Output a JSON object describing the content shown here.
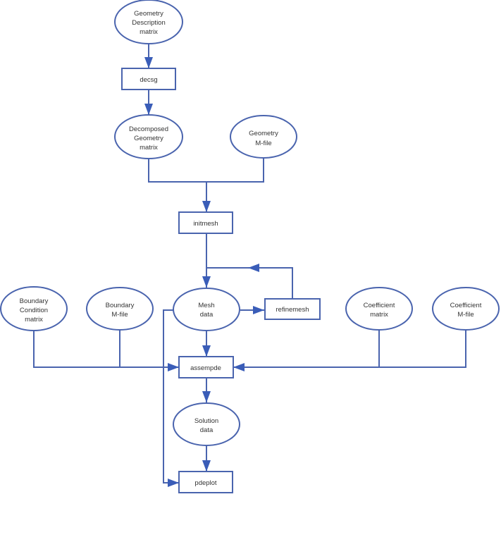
{
  "diagram": {
    "colors": {
      "stroke": "#4a64ae",
      "arrow": "#3a5db8",
      "text": "#333333",
      "background": "#ffffff"
    },
    "nodes": {
      "geometry_description_matrix": {
        "type": "ellipse",
        "lines": [
          "Geometry",
          "Description",
          "matrix"
        ]
      },
      "decsg": {
        "type": "box",
        "lines": [
          "decsg"
        ]
      },
      "decomposed_geometry_matrix": {
        "type": "ellipse",
        "lines": [
          "Decomposed",
          "Geometry",
          "matrix"
        ]
      },
      "geometry_mfile": {
        "type": "ellipse",
        "lines": [
          "Geometry",
          "M-file"
        ]
      },
      "initmesh": {
        "type": "box",
        "lines": [
          "initmesh"
        ]
      },
      "mesh_data": {
        "type": "ellipse",
        "lines": [
          "Mesh",
          "data"
        ]
      },
      "refinemesh": {
        "type": "box",
        "lines": [
          "refinemesh"
        ]
      },
      "boundary_condition_matrix": {
        "type": "ellipse",
        "lines": [
          "Boundary",
          "Condition",
          "matrix"
        ]
      },
      "boundary_mfile": {
        "type": "ellipse",
        "lines": [
          "Boundary",
          "M-file"
        ]
      },
      "coefficient_matrix": {
        "type": "ellipse",
        "lines": [
          "Coefficient",
          "matrix"
        ]
      },
      "coefficient_mfile": {
        "type": "ellipse",
        "lines": [
          "Coefficient",
          "M-file"
        ]
      },
      "assempde": {
        "type": "box",
        "lines": [
          "assempde"
        ]
      },
      "solution_data": {
        "type": "ellipse",
        "lines": [
          "Solution",
          "data"
        ]
      },
      "pdeplot": {
        "type": "box",
        "lines": [
          "pdeplot"
        ]
      }
    },
    "edges": [
      {
        "from": "geometry_description_matrix",
        "to": "decsg"
      },
      {
        "from": "decsg",
        "to": "decomposed_geometry_matrix"
      },
      {
        "from": "decomposed_geometry_matrix",
        "to": "initmesh"
      },
      {
        "from": "geometry_mfile",
        "to": "initmesh"
      },
      {
        "from": "initmesh",
        "to": "mesh_data"
      },
      {
        "from": "mesh_data",
        "to": "refinemesh"
      },
      {
        "from": "refinemesh",
        "to": "mesh_data"
      },
      {
        "from": "mesh_data",
        "to": "assempde"
      },
      {
        "from": "mesh_data",
        "to": "pdeplot"
      },
      {
        "from": "boundary_condition_matrix",
        "to": "assempde"
      },
      {
        "from": "boundary_mfile",
        "to": "assempde"
      },
      {
        "from": "coefficient_matrix",
        "to": "assempde"
      },
      {
        "from": "coefficient_mfile",
        "to": "assempde"
      },
      {
        "from": "assempde",
        "to": "solution_data"
      },
      {
        "from": "solution_data",
        "to": "pdeplot"
      }
    ]
  }
}
